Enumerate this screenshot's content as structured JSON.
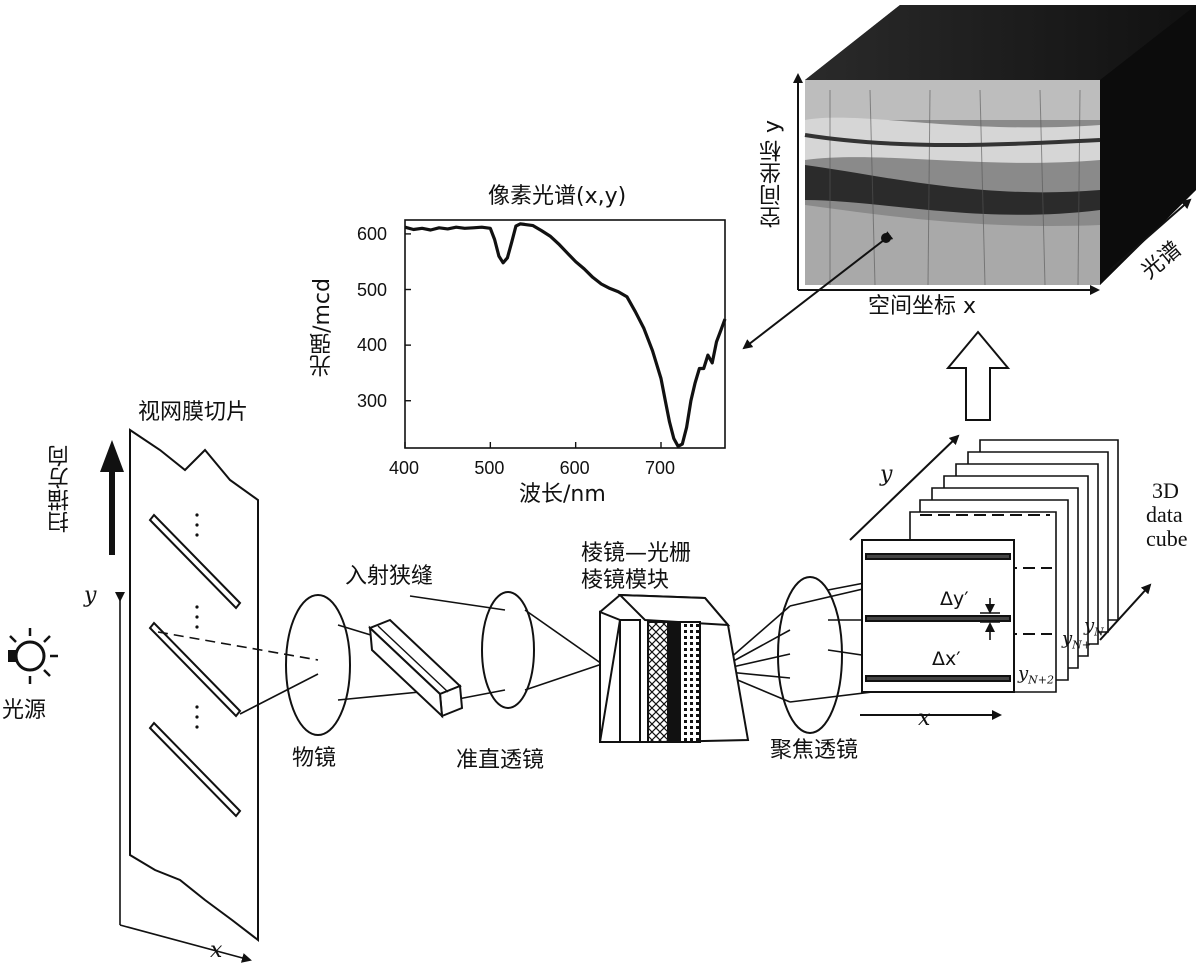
{
  "labels": {
    "light_source": "光源",
    "scan_direction": "扫描方向",
    "retina_slice": "视网膜切片",
    "objective_lens": "物镜",
    "entrance_slit": "入射狭缝",
    "collimating_lens": "准直透镜",
    "prism_grating_line1": "棱镜—光栅",
    "prism_grating_line2": "棱镜模块",
    "focusing_lens": "聚焦透镜",
    "data_cube_line1": "3D",
    "data_cube_line2": "data",
    "data_cube_line3": "cube",
    "spatial_y": "空间坐标 y",
    "spatial_x": "空间坐标 x",
    "spectrum": "光谱",
    "axis_x_small": "x",
    "axis_y_small": "y",
    "delta_y": "Δy′",
    "delta_x": "Δx′",
    "y_n": "y",
    "y_n_sub": "N",
    "y_n1_sub": "N+",
    "y_n2_sub": "N+2"
  },
  "chart_data": {
    "type": "line",
    "title": "像素光谱(x,y)",
    "xlabel": "波长/nm",
    "ylabel": "光强/mcd",
    "xlim": [
      400,
      775
    ],
    "ylim": [
      215,
      625
    ],
    "xticks": [
      400,
      500,
      600,
      700
    ],
    "yticks": [
      300,
      400,
      500,
      600
    ],
    "series": [
      {
        "x": [
          400,
          410,
          420,
          430,
          440,
          450,
          460,
          470,
          480,
          490,
          500,
          505,
          510,
          515,
          520,
          525,
          530,
          535,
          540,
          550,
          560,
          570,
          580,
          590,
          600,
          610,
          620,
          630,
          640,
          650,
          660,
          670,
          680,
          690,
          700,
          705,
          710,
          715,
          720,
          725,
          730,
          735,
          740,
          745,
          750,
          755,
          760,
          765,
          770,
          775
        ],
        "y": [
          612,
          608,
          610,
          607,
          611,
          609,
          612,
          610,
          611,
          612,
          610,
          590,
          560,
          548,
          557,
          585,
          614,
          618,
          617,
          615,
          606,
          596,
          582,
          566,
          550,
          537,
          522,
          510,
          502,
          496,
          487,
          460,
          430,
          390,
          340,
          300,
          262,
          232,
          218,
          222,
          252,
          300,
          332,
          358,
          358,
          382,
          368,
          406,
          426,
          447
        ]
      }
    ]
  }
}
